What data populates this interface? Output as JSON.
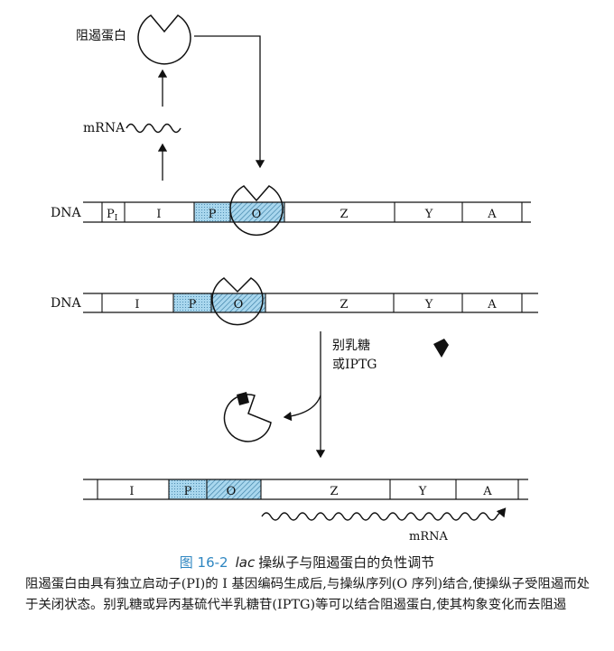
{
  "labels": {
    "repressor": "阻遏蛋白",
    "mrna_top": "mRNA",
    "dna_1": "DNA",
    "dna_2": "DNA",
    "inducer_line1": "别乳糖",
    "inducer_line2": "或IPTG",
    "mrna_bottom": "mRNA"
  },
  "genes": {
    "strand1": [
      "P",
      "I",
      "P",
      "O",
      "Z",
      "Y",
      "A"
    ],
    "strand1_p_sub": "I",
    "strand2": [
      "I",
      "P",
      "O",
      "Z",
      "Y",
      "A"
    ],
    "strand3": [
      "I",
      "P",
      "O",
      "Z",
      "Y",
      "A"
    ]
  },
  "caption": {
    "fig_no": "图 16-2",
    "fig_lac": "lac",
    "fig_title": "操纵子与阻遏蛋白的负性调节",
    "body": "阻遏蛋白由具有独立启动子(PI)的 I 基因编码生成后,与操纵序列(O 序列)结合,使操纵子受阻遏而处于关闭状态。别乳糖或异丙基硫代半乳糖苷(IPTG)等可以结合阻遏蛋白,使其构象变化而去阻遏"
  },
  "colors": {
    "promoter_fill": "#a9d7ee",
    "operator_fill": "#a9d7ee",
    "caption_title": "#2e86c1",
    "line": "#111111"
  },
  "icons": [
    "repressor-protein-icon",
    "inducer-molecule-icon",
    "wavy-mrna-icon",
    "arrow-icon"
  ]
}
